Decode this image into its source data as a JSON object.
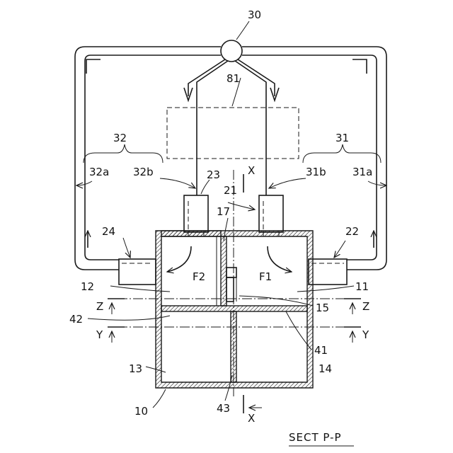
{
  "labels": {
    "n30": "30",
    "n81": "81",
    "n32": "32",
    "n31": "31",
    "n32a": "32a",
    "n32b": "32b",
    "n31a": "31a",
    "n31b": "31b",
    "n23": "23",
    "n21": "21",
    "n17": "17",
    "n24": "24",
    "n22": "22",
    "n12": "12",
    "n11": "11",
    "n42": "42",
    "n15": "15",
    "n41": "41",
    "n13": "13",
    "n14": "14",
    "n10": "10",
    "n43": "43",
    "F1": "F1",
    "F2": "F2",
    "X_top": "X",
    "X_bot": "X",
    "Z_left": "Z",
    "Z_right": "Z",
    "Y_left": "Y",
    "Y_right": "Y"
  },
  "section_title": "SECT P-P"
}
